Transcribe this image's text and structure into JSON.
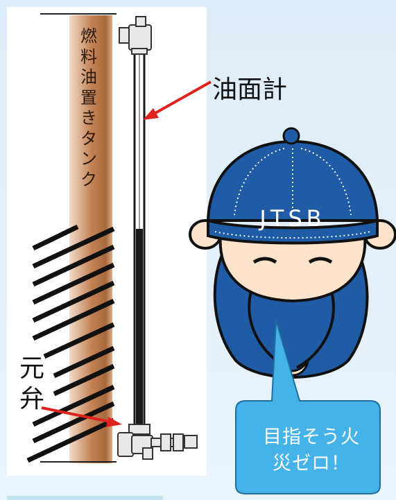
{
  "tank_label": "燃料油置きタンク",
  "gauge_label": "油面計",
  "valve_label": "元弁",
  "cap_text": "JTSB",
  "bubble_text": "目指そう火災ゼロ！",
  "colors": {
    "tank": "#b8764a",
    "cap": "#1f5ca5",
    "bubble": "#45b2e8",
    "arrow": "#e0221c"
  }
}
